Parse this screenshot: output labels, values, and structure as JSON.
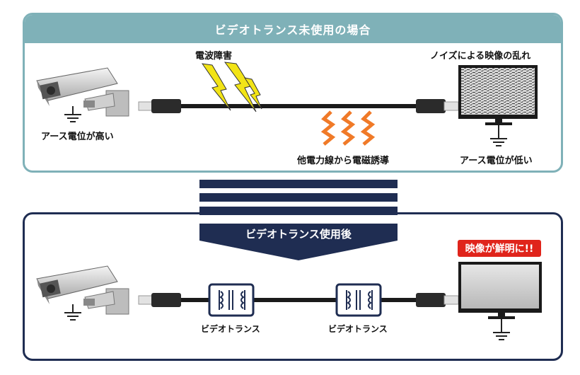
{
  "top_panel": {
    "title": "ビデオトランス未使用の場合",
    "interference_label": "電波障害",
    "noise_label": "ノイズによる映像の乱れ",
    "camera_ground_label": "アース電位が高い",
    "induction_label": "他電力線から電磁誘導",
    "monitor_ground_label": "アース電位が低い"
  },
  "bottom_panel": {
    "title": "ビデオトランス使用後",
    "badge_label": "映像が鮮明に!!",
    "transformer_label_1": "ビデオトランス",
    "transformer_label_2": "ビデオトランス"
  },
  "colors": {
    "top_accent": "#7fb1b8",
    "bottom_accent": "#1f2d52",
    "lightning": "#f2e416",
    "induction_wave": "#f07a28",
    "badge": "#e0241b"
  }
}
